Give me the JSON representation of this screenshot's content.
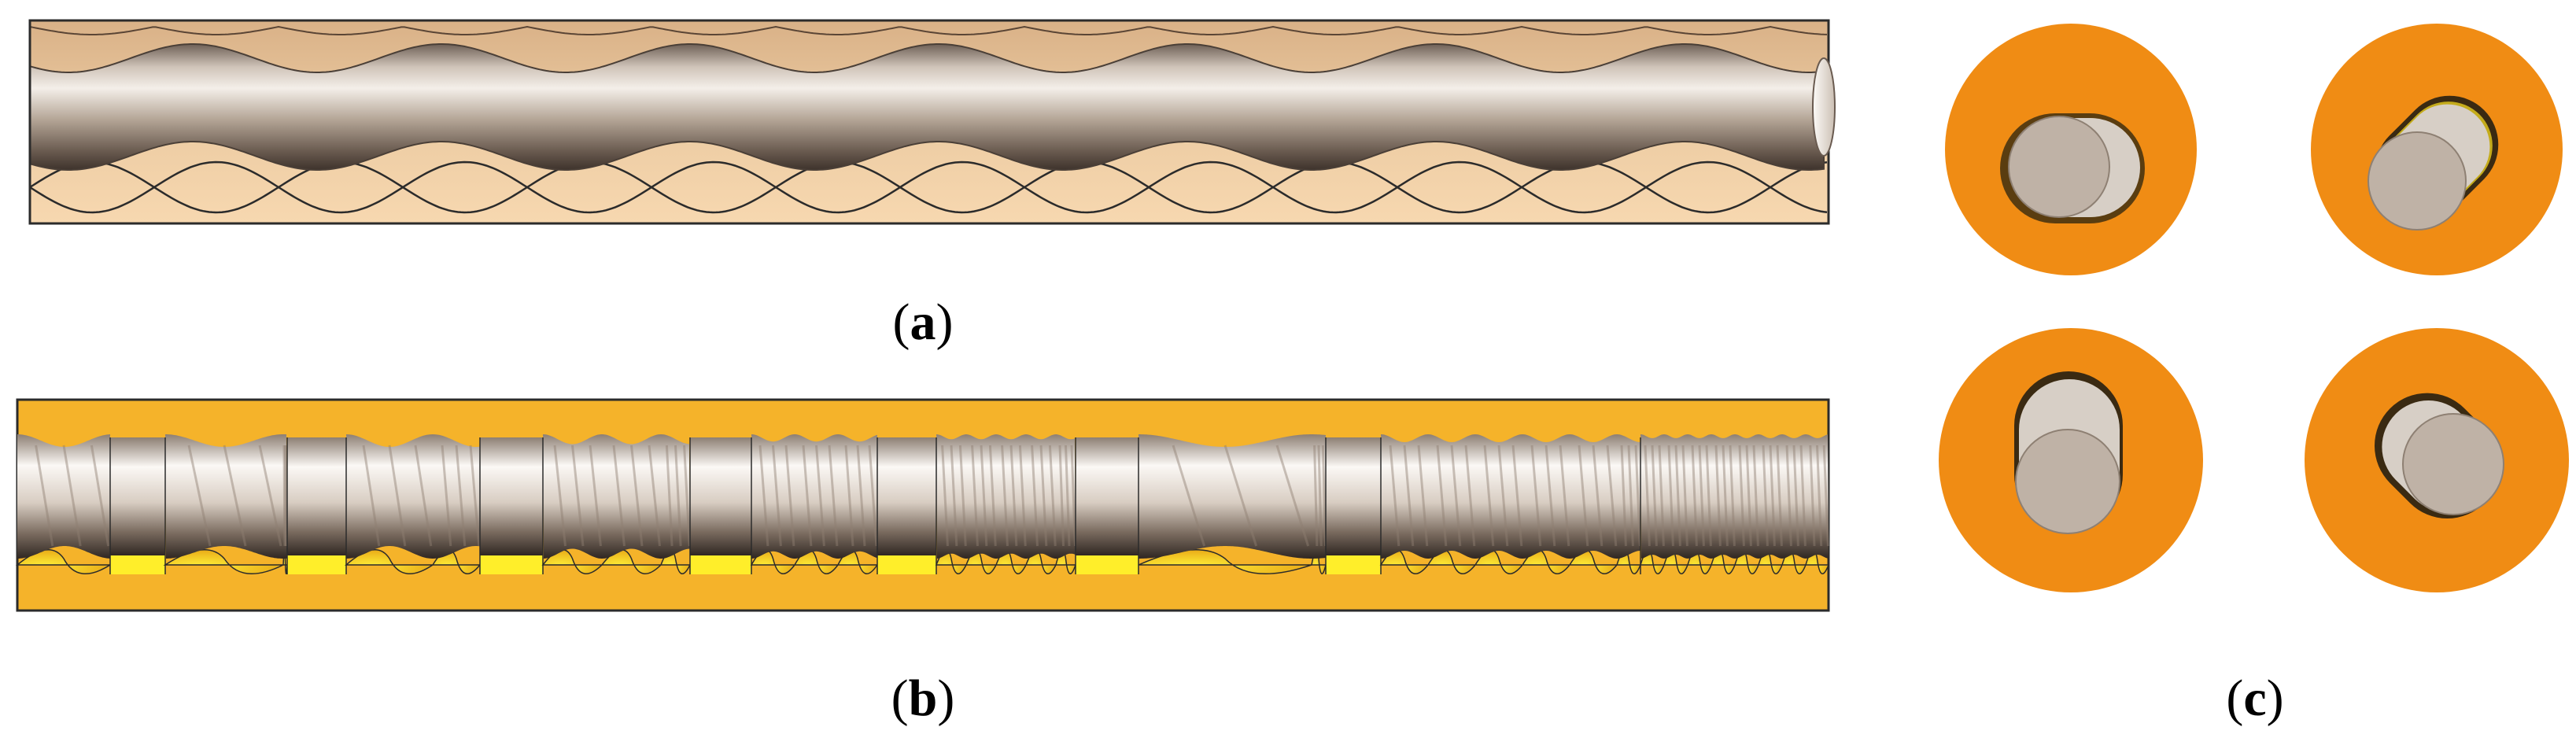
{
  "panels": {
    "a": {
      "caption_open": "(",
      "caption_letter": "a",
      "caption_close": ")"
    },
    "b": {
      "caption_open": "(",
      "caption_letter": "b",
      "caption_close": ")"
    },
    "c": {
      "caption_open": "(",
      "caption_letter": "c",
      "caption_close": ")"
    }
  },
  "colors": {
    "tube_a": "#f2cfa2",
    "tube_a_top": "#dcb48a",
    "tube_b": "#f5b32a",
    "rotor_light": "#f2ece6",
    "rotor_mid": "#b9aa9b",
    "rotor_dark": "#5a4c42",
    "cavity_yellow": "#ffee2a",
    "stator_orange": "#f08c14",
    "rotor_face": "#bfb2a6",
    "outline": "#2b2b2b"
  },
  "icons": {
    "a": "helical-rotor-in-transparent-stator",
    "b": "multi-pitch-rotor-section",
    "c": "cross-section-views"
  }
}
